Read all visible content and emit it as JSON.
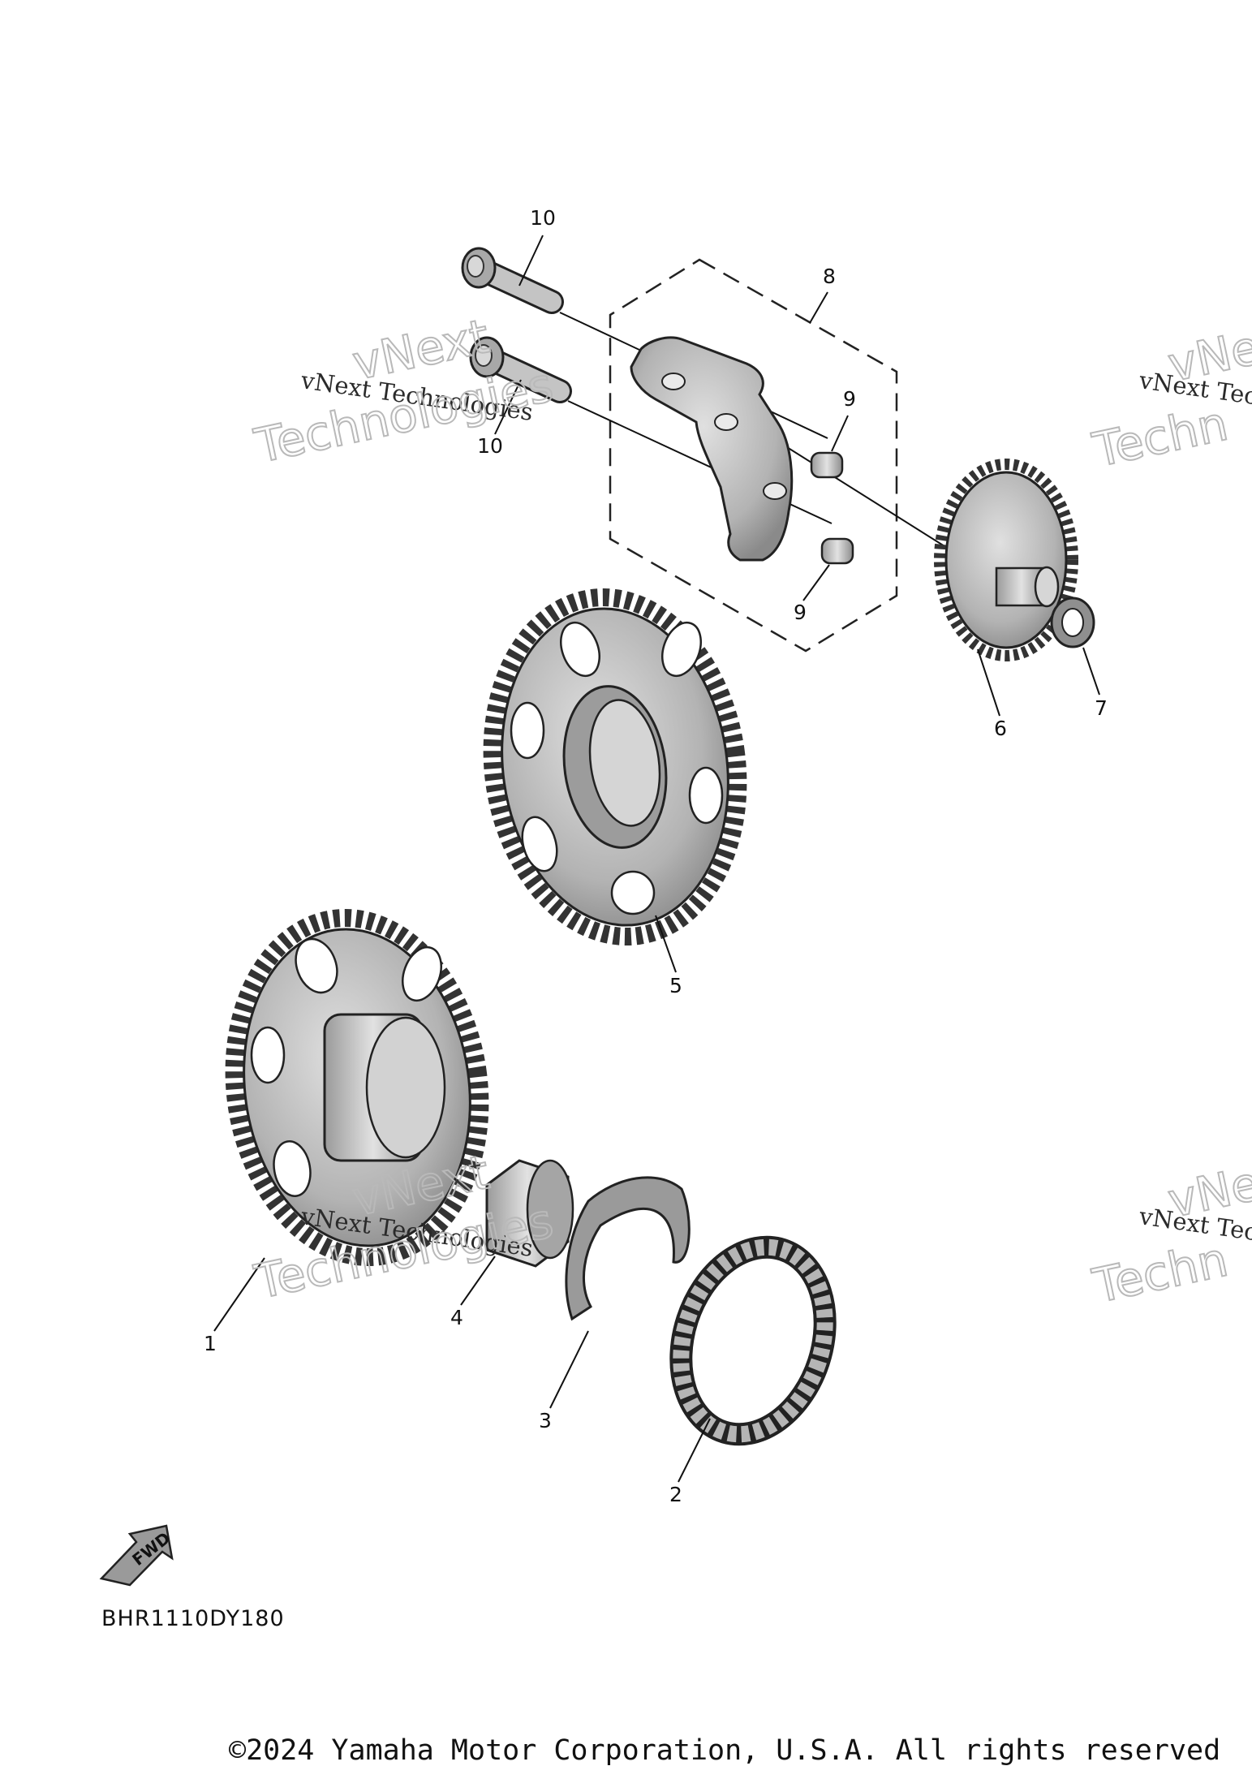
{
  "diagram": {
    "callouts": [
      "1",
      "2",
      "3",
      "4",
      "5",
      "6",
      "7",
      "8",
      "9",
      "9",
      "10",
      "10"
    ],
    "fwd_label": "FWD",
    "diagram_code": "BHR1110DY180",
    "copyright": "©2024 Yamaha Motor Corporation, U.S.A. All rights reserved"
  },
  "watermark": {
    "line1": "vNext",
    "line2": "Technologies",
    "small": "vNext Technologies",
    "small_cut": "vNext Tec",
    "big_cut_1": "vNe",
    "big_cut_2": "Techn"
  },
  "colors": {
    "line": "#222222",
    "part_fill": "#bdbdbd",
    "part_shade": "#8f8f8f",
    "watermark": "#b9b9b9"
  }
}
